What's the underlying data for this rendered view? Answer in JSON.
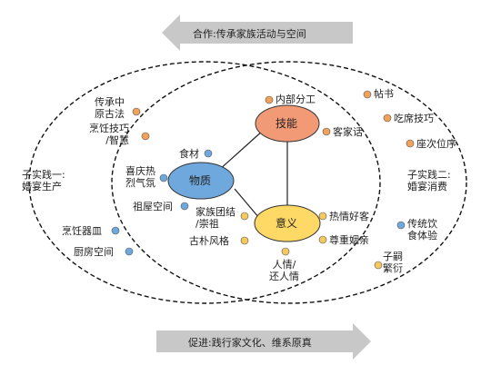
{
  "banner_top": {
    "text": "合作:传承家族活动与空间",
    "direction": "left"
  },
  "banner_bottom": {
    "text": "促进:践行家文化、维系原真",
    "direction": "right"
  },
  "colors": {
    "skill_fill": "#f29a76",
    "material_fill": "#6fa8dc",
    "meaning_fill": "#ffd966",
    "orange_dot": "#f0a15a",
    "blue_dot": "#6fa8dc",
    "yellow_dot": "#f6c95e",
    "arrow_gray": "#c8c8c8"
  },
  "nodes": {
    "skill": "技能",
    "material": "物质",
    "meaning": "意义"
  },
  "practices": {
    "one": [
      "子实践一:",
      "婚宴生产"
    ],
    "two": [
      "子实践二:",
      "婚宴消费"
    ]
  },
  "items": {
    "neibu_fengong": "内部分工",
    "kejiahua": "客家话",
    "tiezi": "帖书",
    "chixi_jiqiao": "吃席技巧",
    "zuoci_weixu": "座次位序",
    "chuancheng_gufa": [
      "传承中",
      "原古法"
    ],
    "pengren_zhihui": [
      "烹饪技巧",
      "/智慧"
    ],
    "shicai": "食材",
    "xiqing_qifen": [
      "喜庆热",
      "烈气氛"
    ],
    "zuwu_kongjian": "祖屋空间",
    "pengren_qimin": "烹饪器皿",
    "chufang_kongjian": "厨房空间",
    "jiazu_tuanjie": [
      "家族团结",
      "/崇祖"
    ],
    "gupu_fengge": "古朴风格",
    "reqing_haoke": "热情好客",
    "zunzhong_yinqin": "尊重姻亲",
    "renqing": [
      "人情/",
      "还人情"
    ],
    "chuantong_yin": [
      "传统饮",
      "食体验"
    ],
    "zisi_fanyan": [
      "子嗣",
      "繁衍"
    ]
  }
}
